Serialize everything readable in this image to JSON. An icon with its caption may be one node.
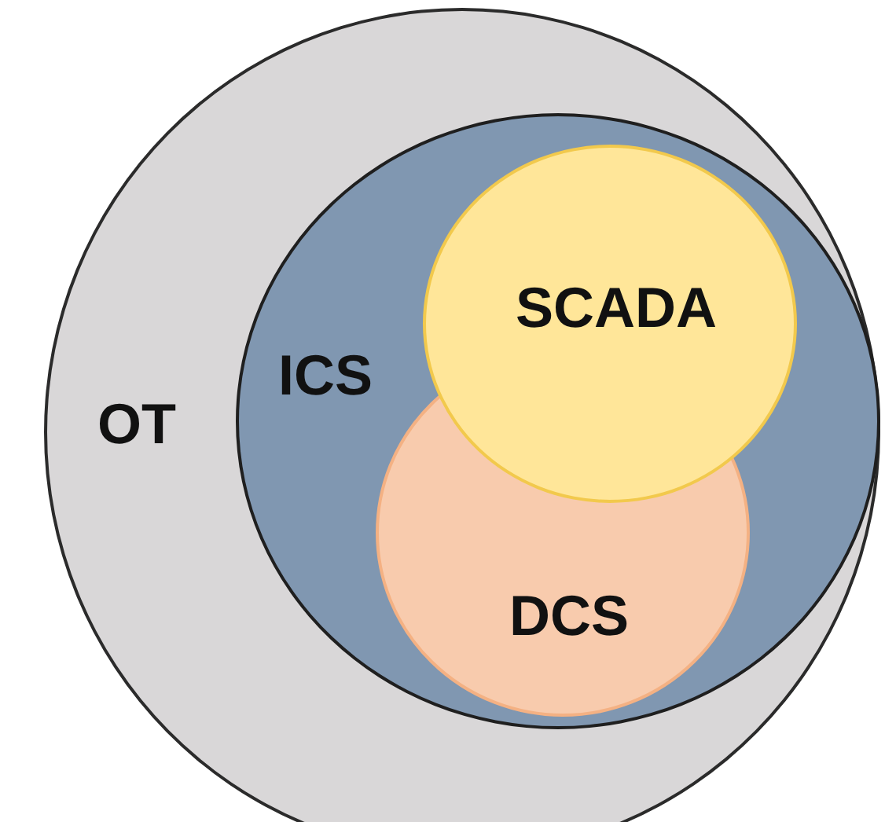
{
  "diagram": {
    "nodes": [
      {
        "text": [
          "OT"
        ]
      },
      {
        "text": [
          "ICS"
        ],
        "in": 0
      },
      {
        "text": [
          "SCADA"
        ],
        "in": 1
      },
      {
        "text": [
          "DCS"
        ],
        "in": 1
      }
    ]
  }
}
